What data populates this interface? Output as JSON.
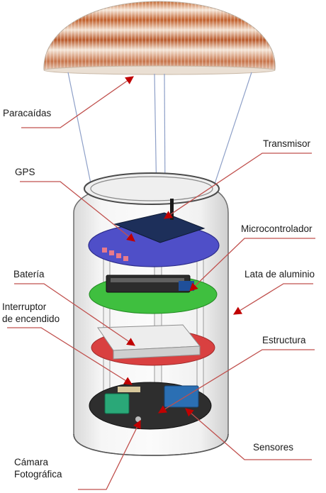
{
  "labels": {
    "paracaidas": "Paracaídas",
    "transmisor": "Transmisor",
    "gps": "GPS",
    "microcontrolador": "Microcontrolador",
    "bateria": "Batería",
    "lata": "Lata de aluminio",
    "interruptor": "Interruptor\nde encendido",
    "estructura": "Estructura",
    "sensores": "Sensores",
    "camara": "Cámara\nFotográfica"
  },
  "colors": {
    "leader_line": "#c0504d",
    "arrow_head": "#c00000",
    "parachute_band_dark": "#b8622e",
    "parachute_band_light": "#f3e4d6",
    "gps_board": "#4f4fc8",
    "micro_board": "#3fbf3f",
    "battery_board": "#d94040",
    "base_board": "#2e2e2e"
  }
}
